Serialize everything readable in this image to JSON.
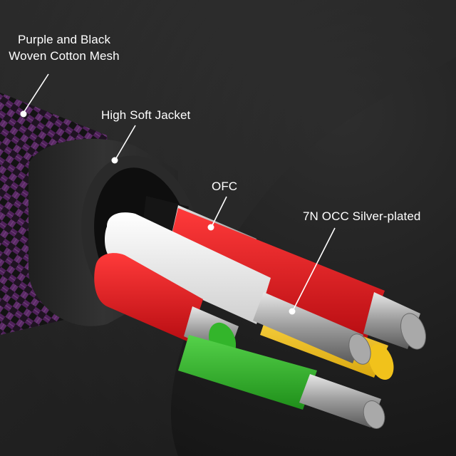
{
  "labels": {
    "mesh_line1": "Purple and Black",
    "mesh_line2": "Woven Cotton Mesh",
    "jacket": "High Soft Jacket",
    "ofc": "OFC",
    "occ": "7N OCC Silver-plated"
  },
  "colors": {
    "background": "#1e1e1e",
    "braid_purple": "#6a2d78",
    "braid_black": "#1a1a1a",
    "jacket": "#2c2c2c",
    "wire_white": "#f2f2f2",
    "wire_red": "#e0161a",
    "wire_yellow": "#f1c21b",
    "wire_green": "#33b52b",
    "conductor_silver": "#b9b9b9",
    "conductor_copper": "#c9473c",
    "callout": "#ffffff"
  }
}
